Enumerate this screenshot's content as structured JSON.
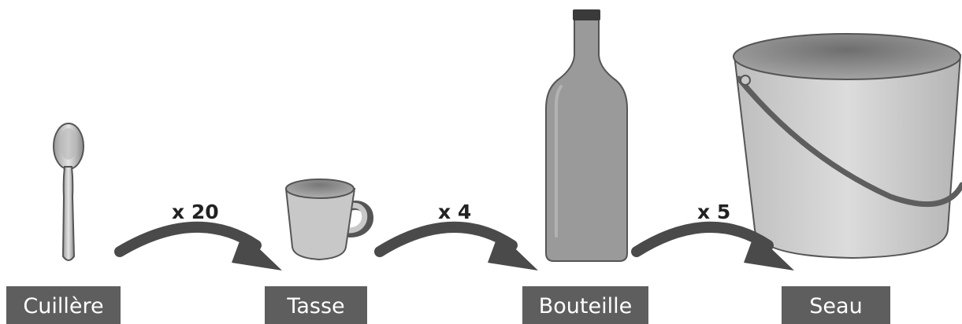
{
  "items": [
    {
      "name": "Cuillère",
      "icon": "spoon-icon"
    },
    {
      "name": "Tasse",
      "icon": "cup-icon"
    },
    {
      "name": "Bouteille",
      "icon": "bottle-icon"
    },
    {
      "name": "Seau",
      "icon": "bucket-icon"
    }
  ],
  "factors": [
    "x 20",
    "x 4",
    "x 5"
  ],
  "colors": {
    "label_bg": "#5e5e5e",
    "label_text": "#ffffff",
    "arrow": "#4a4a4a",
    "object_fill": "#c8c8c8",
    "object_stroke": "#555555",
    "bottle_fill": "#9a9a9a"
  }
}
